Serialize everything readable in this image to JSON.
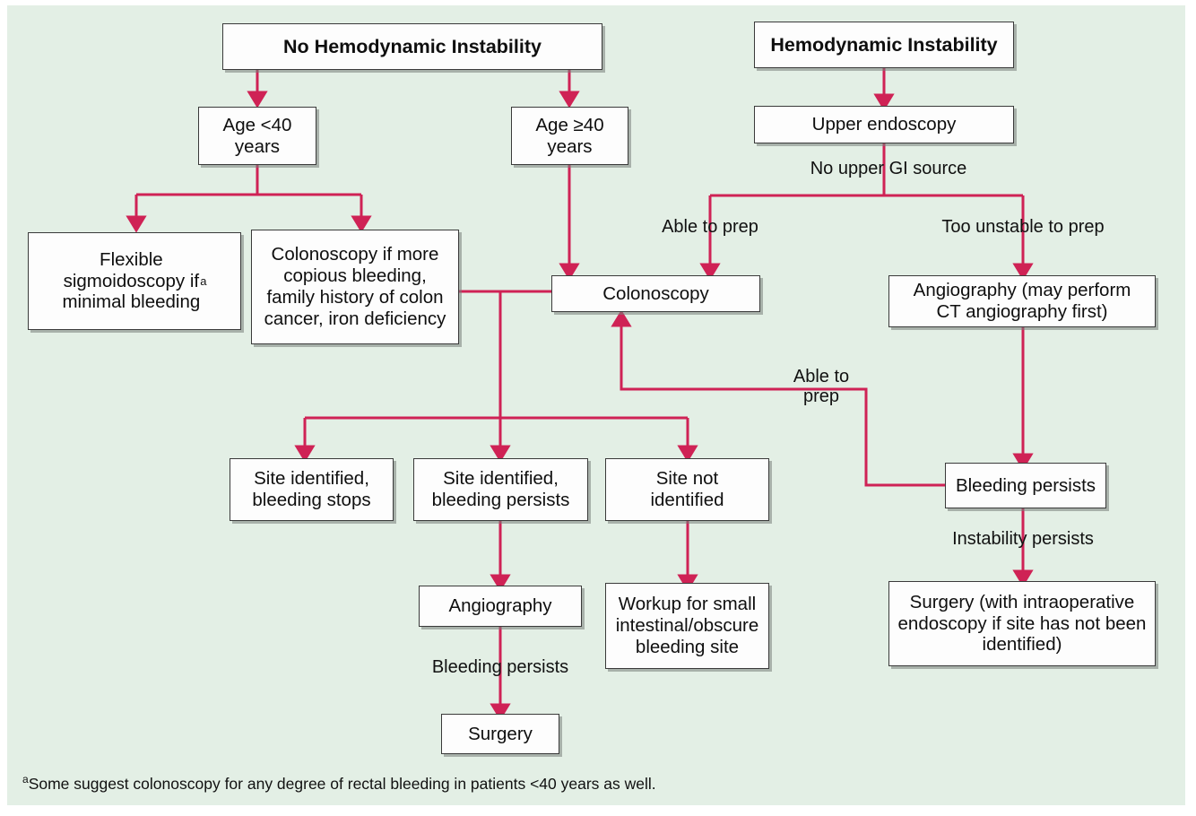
{
  "figure": {
    "type": "clinical-algorithm-flowchart",
    "topic": "Management of acute lower gastrointestinal bleeding",
    "background_color": "#e3efe5",
    "connector_color": "#cf2255",
    "box_fill_color": "#fdfdfd",
    "box_border_color": "#3a3a3a",
    "text_color": "#111111"
  },
  "nodes": {
    "no_instability": "No Hemodynamic Instability",
    "instability": "Hemodynamic Instability",
    "age_under_40": "Age <40\nyears",
    "age_over_40": "Age ≥40\nyears",
    "upper_endoscopy": "Upper endoscopy",
    "flex_sig": "Flexible\nsigmoidoscopy if\nminimal bleeding",
    "flex_sig_marker": "a",
    "colonoscopy_if_more": "Colonoscopy if more\ncopious bleeding,\nfamily history of colon\ncancer, iron deficiency",
    "colonoscopy": "Colonoscopy",
    "angiography_ct": "Angiography (may perform\nCT angiography first)",
    "site_identified_stops": "Site identified,\nbleeding stops",
    "site_identified_persists": "Site identified,\nbleeding persists",
    "site_not_identified": "Site not\nidentified",
    "bleeding_persists_right": "Bleeding persists",
    "angiography": "Angiography",
    "workup_small_bowel": "Workup for small\nintestinal/obscure\nbleeding site",
    "surgery": "Surgery",
    "surgery_intraop": "Surgery (with intraoperative\nendoscopy if site has not been\nidentified)"
  },
  "edge_labels": {
    "no_upper_gi_source": "No upper GI source",
    "able_to_prep_top": "Able to prep",
    "too_unstable_to_prep": "Too unstable to prep",
    "able_to_prep_mid": "Able to\nprep",
    "bleeding_persists_label": "Bleeding persists",
    "instability_persists": "Instability persists"
  },
  "footnote": {
    "marker": "a",
    "text": "Some suggest colonoscopy for any degree of rectal bleeding in patients <40 years as well."
  },
  "chart_data": {
    "type": "flowchart",
    "edges": [
      {
        "from": "no_instability",
        "to": "age_under_40",
        "label": ""
      },
      {
        "from": "no_instability",
        "to": "age_over_40",
        "label": ""
      },
      {
        "from": "age_under_40",
        "to": "flex_sig",
        "label": ""
      },
      {
        "from": "age_under_40",
        "to": "colonoscopy_if_more",
        "label": ""
      },
      {
        "from": "age_over_40",
        "to": "colonoscopy",
        "label": ""
      },
      {
        "from": "colonoscopy_if_more",
        "to": "colonoscopy",
        "label": ""
      },
      {
        "from": "instability",
        "to": "upper_endoscopy",
        "label": ""
      },
      {
        "from": "upper_endoscopy",
        "to": "colonoscopy",
        "label": "No upper GI source / Able to prep"
      },
      {
        "from": "upper_endoscopy",
        "to": "angiography_ct",
        "label": "No upper GI source / Too unstable to prep"
      },
      {
        "from": "colonoscopy",
        "to": "site_identified_stops",
        "label": ""
      },
      {
        "from": "colonoscopy",
        "to": "site_identified_persists",
        "label": ""
      },
      {
        "from": "colonoscopy",
        "to": "site_not_identified",
        "label": ""
      },
      {
        "from": "site_identified_persists",
        "to": "angiography",
        "label": ""
      },
      {
        "from": "site_not_identified",
        "to": "workup_small_bowel",
        "label": ""
      },
      {
        "from": "angiography",
        "to": "surgery",
        "label": "Bleeding persists"
      },
      {
        "from": "angiography_ct",
        "to": "bleeding_persists_right",
        "label": ""
      },
      {
        "from": "bleeding_persists_right",
        "to": "colonoscopy",
        "label": "Able to prep"
      },
      {
        "from": "bleeding_persists_right",
        "to": "surgery_intraop",
        "label": "Instability persists"
      }
    ]
  }
}
